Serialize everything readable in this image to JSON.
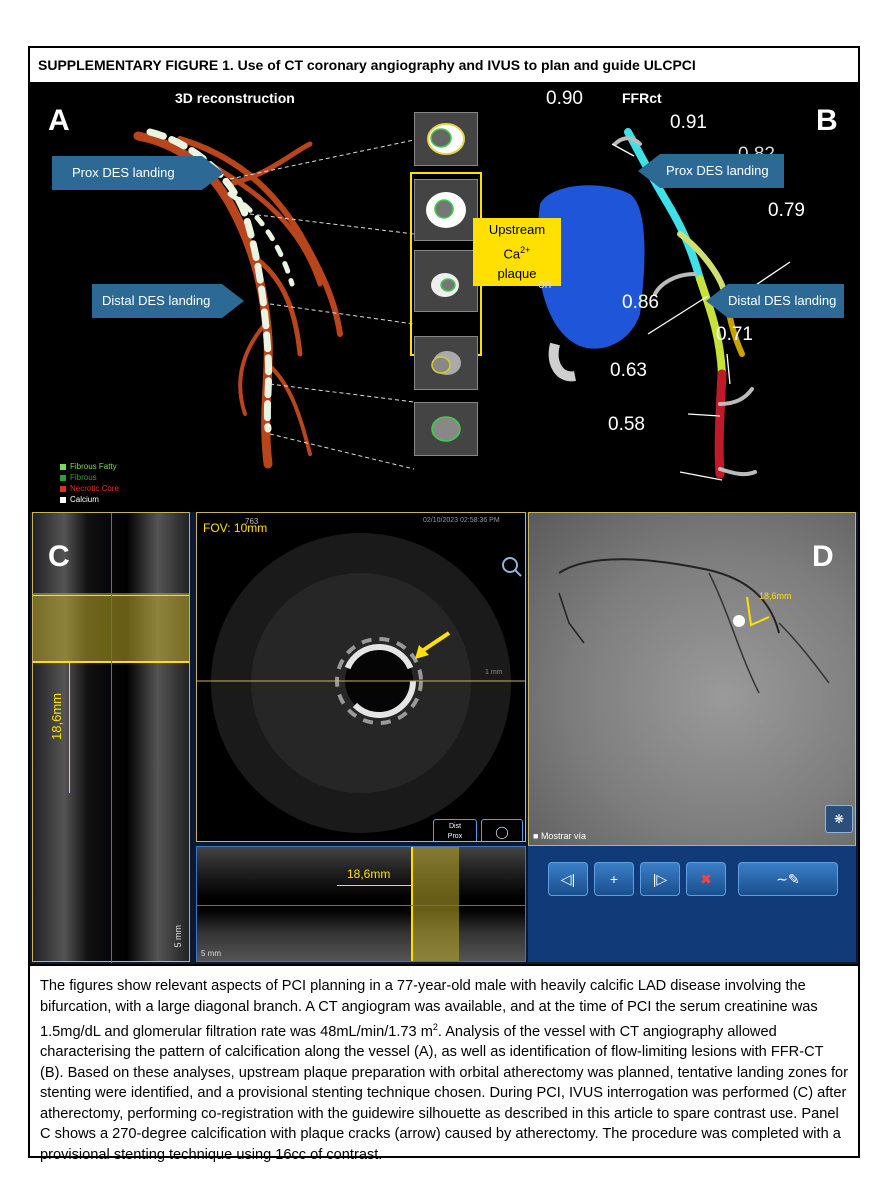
{
  "title": "SUPPLEMENTARY FIGURE 1. Use of CT coronary angiography and IVUS to plan and guide ULCPCI",
  "panel_a": {
    "letter": "A",
    "heading": "3D reconstruction",
    "prox_label": "Prox DES landing",
    "distal_label": "Distal DES landing",
    "callout": {
      "line1": "Upstream",
      "line2": "Ca",
      "sup": "2+",
      "line3": "plaque"
    },
    "legend": [
      {
        "label": "Fibrous Fatty",
        "color": "#7ed957"
      },
      {
        "label": "Fibrous",
        "color": "#2e9e3a"
      },
      {
        "label": "Necrotic Core",
        "color": "#e0301e"
      },
      {
        "label": "Calcium",
        "color": "#ffffff"
      }
    ]
  },
  "panel_b": {
    "letter": "B",
    "heading": "FFRct",
    "prox_label": "Prox DES landing",
    "distal_label": "Distal DES landing",
    "partial_text": "on",
    "values": [
      "0.90",
      "0.91",
      "0.82",
      "0.79",
      "0.86",
      "0.71",
      "0.63",
      "0.58"
    ]
  },
  "panel_c": {
    "letter": "C",
    "fov": "FOV: 10mm",
    "frame_no": "763",
    "date": "02/10/2023 02:58:36 PM",
    "long_measure": "18,6mm",
    "horiz_measure": "18,6mm",
    "scale_left": "5 mm",
    "scale_bottom": "5 mm",
    "dist_label": "Dist",
    "prox_label": "Prox",
    "one_mm": "1 mm"
  },
  "panel_d": {
    "letter": "D",
    "measure": "18,6mm",
    "mostrar": "Mostrar vía"
  },
  "caption": {
    "p1": "The figures show relevant aspects of PCI planning in a 77-year-old male with heavily calcific LAD disease involving the bifurcation, with a large diagonal branch. A CT angiogram was available, and at the time of PCI the serum creatinine was 1.5mg/dL and glomerular filtration rate was 48mL/min/1.73 m",
    "sup": "2",
    "p2": ". Analysis of the vessel with CT angiography allowed characterising the pattern of calcification along the vessel (A), as well as identification of flow-limiting lesions with FFR-CT (B). Based on these analyses, upstream plaque preparation with orbital atherectomy was planned, tentative landing zones for stenting were identified, and a provisional stenting technique chosen. During PCI, IVUS interrogation was performed (C) after atherectomy, performing co-registration with the guidewire silhouette as described in this article to spare contrast use. Panel C shows a 270-degree calcification with plaque cracks (arrow) caused by atherectomy. The procedure was completed with a provisional stenting technique using 16cc of contrast."
  },
  "colors": {
    "arrow_blue": "#2c6a95",
    "callout_yellow": "#ffe000",
    "ivus_border": "#c9b25a",
    "ui_blue": "#1f5fae"
  }
}
